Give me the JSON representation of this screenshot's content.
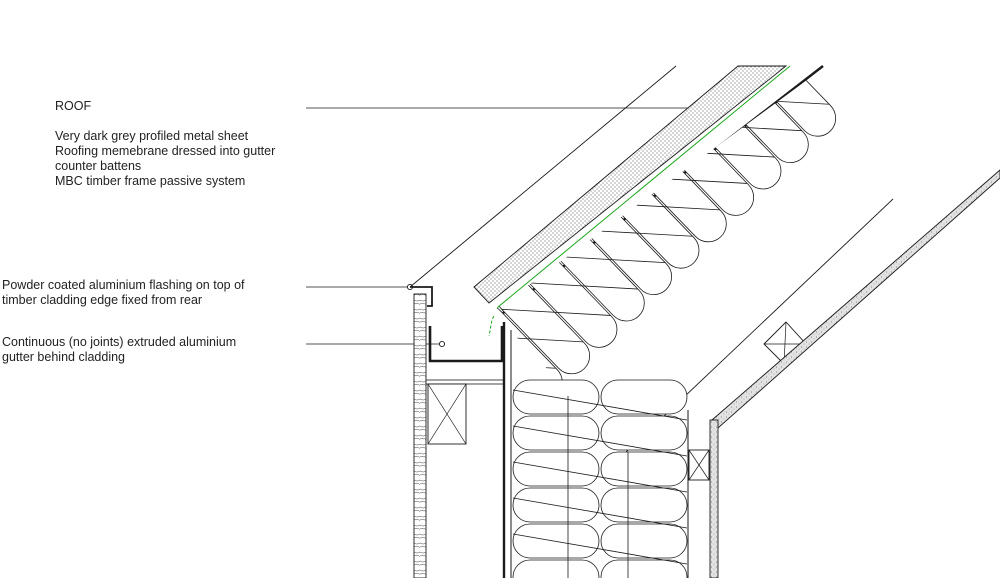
{
  "annotations": {
    "roof": {
      "heading": "ROOF",
      "lines": [
        "Very dark grey profiled metal sheet",
        "Roofing memebrane dressed into gutter",
        "counter battens",
        "MBC timber frame passive system"
      ]
    },
    "flashing": {
      "lines": [
        "Powder coated aluminium flashing on top of",
        "timber cladding edge fixed from rear"
      ]
    },
    "gutter": {
      "lines": [
        "Continuous (no joints) extruded aluminium",
        "gutter behind cladding"
      ]
    }
  },
  "colors": {
    "line": "#1a1a1a",
    "membrane": "#1aa81a",
    "background": "#ffffff"
  }
}
